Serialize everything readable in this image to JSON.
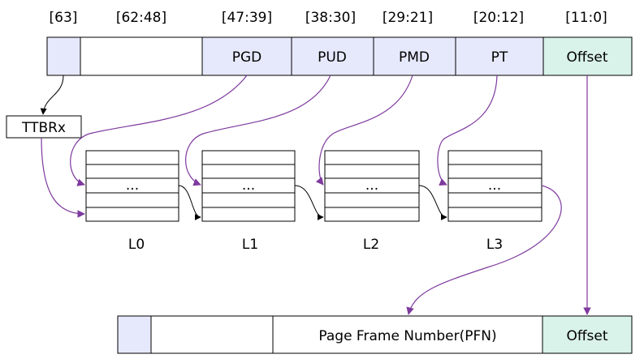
{
  "colors": {
    "purple_arrow": "#7e3a9e",
    "black_arrow": "#000000",
    "lavender_fill": "#e6e9fb",
    "mint_fill": "#d9f2ea",
    "white_fill": "#ffffff"
  },
  "bit_ranges": [
    "[63]",
    "[62:48]",
    "[47:39]",
    "[38:30]",
    "[29:21]",
    "[20:12]",
    "[11:0]"
  ],
  "virtual_address": {
    "fields": [
      "",
      "",
      "PGD",
      "PUD",
      "PMD",
      "PT",
      "Offset"
    ]
  },
  "ttbr_label": "TTBRx",
  "page_tables": {
    "ellipsis": "...",
    "levels": [
      "L0",
      "L1",
      "L2",
      "L3"
    ]
  },
  "physical_address": {
    "fields": [
      "",
      "",
      "Page Frame Number(PFN)",
      "Offset"
    ]
  }
}
